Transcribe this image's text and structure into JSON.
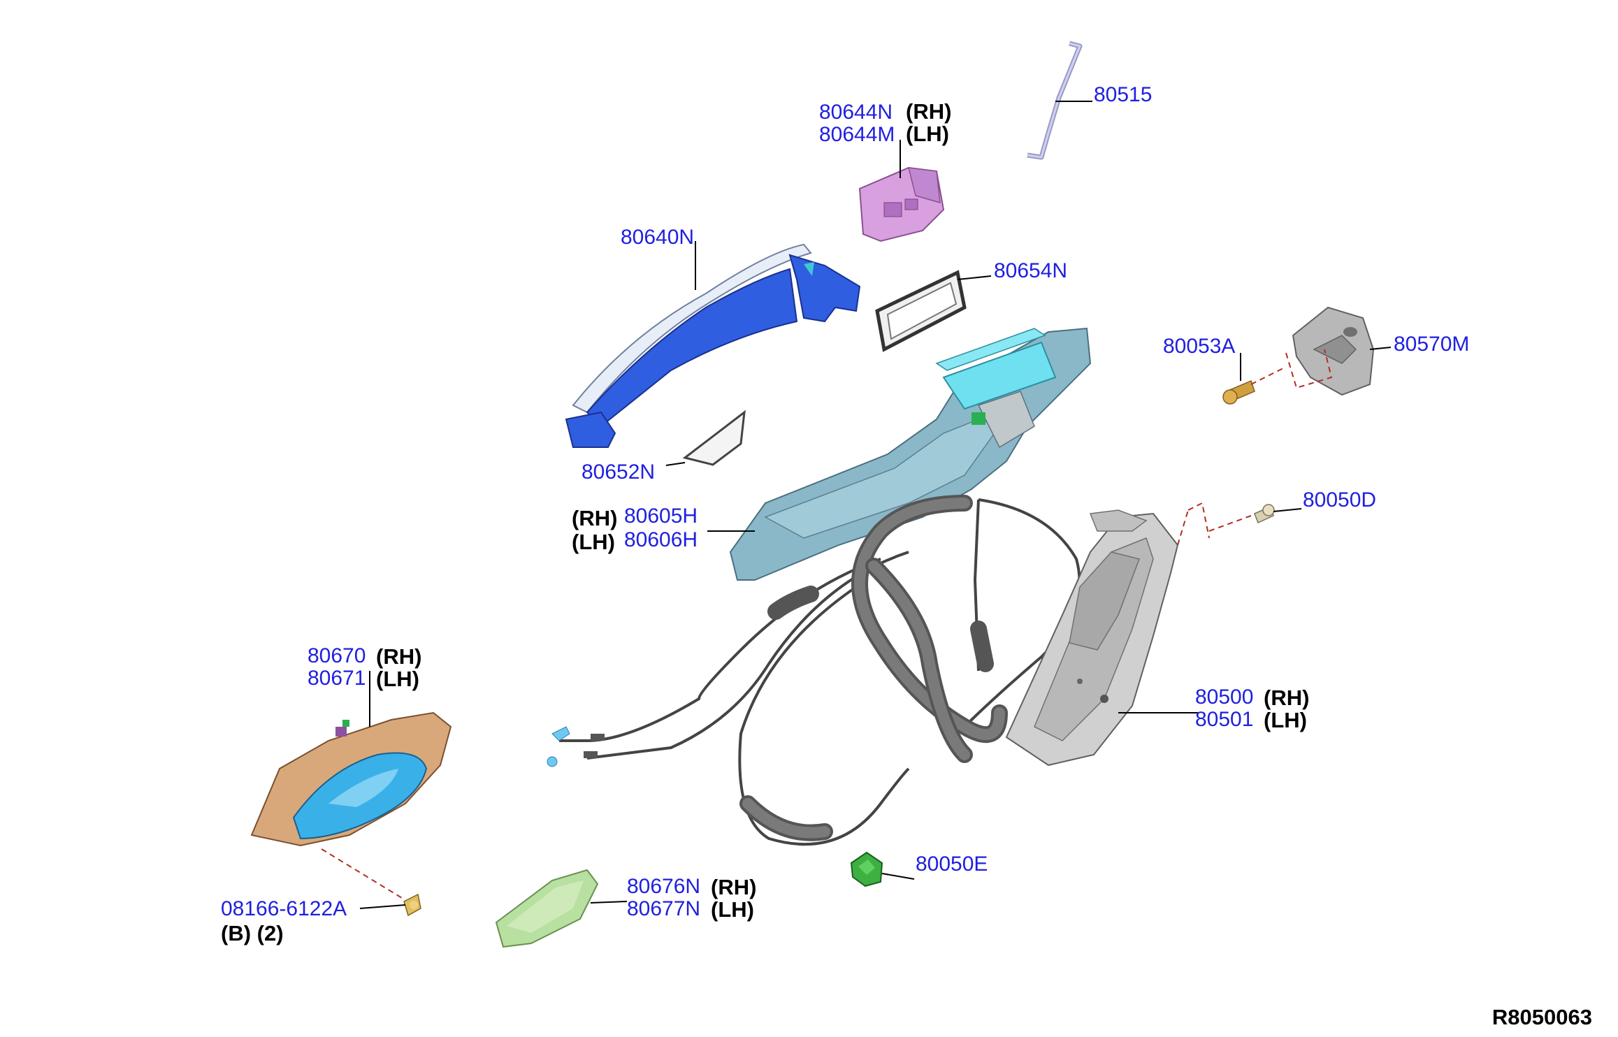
{
  "drawing_id": "R8050063",
  "colors": {
    "part_number_text": "#1f1fe0",
    "label_text": "#000000",
    "handle_blue": "#2f5ee0",
    "bracket_teal": "#8ab8c8",
    "latch_cyan": "#6fe0f0",
    "escutcheon_pink": "#d9a0e0",
    "inner_bezel_tan": "#d9a87a",
    "inner_handle_blue": "#3ab0e8",
    "cover_green": "#b8e0a0",
    "clip_green": "#3cb040",
    "striker_grey": "#b8b8b8",
    "lock_grey": "#c8c8c8",
    "rod_lavender": "#b0b0e0",
    "dash_red": "#b03020"
  },
  "parts": {
    "p80515": {
      "num": "80515"
    },
    "p80644": {
      "num_rh": "80644N",
      "num_lh": "80644M",
      "rh": "(RH)",
      "lh": "(LH)"
    },
    "p80640": {
      "num": "80640N"
    },
    "p80654": {
      "num": "80654N"
    },
    "p80053": {
      "num": "80053A"
    },
    "p80570": {
      "num": "80570M"
    },
    "p80652": {
      "num": "80652N"
    },
    "p80605": {
      "rh": "(RH)",
      "lh": "(LH)",
      "num_rh": "80605H",
      "num_lh": "80606H"
    },
    "p80050d": {
      "num": "80050D"
    },
    "p80670": {
      "num_rh": "80670",
      "num_lh": "80671",
      "rh": "(RH)",
      "lh": "(LH)"
    },
    "p80500": {
      "num_rh": "80500",
      "num_lh": "80501",
      "rh": "(RH)",
      "lh": "(LH)"
    },
    "p80050e": {
      "num": "80050E"
    },
    "p80676": {
      "num_rh": "80676N",
      "num_lh": "80677N",
      "rh": "(RH)",
      "lh": "(LH)"
    },
    "p08166": {
      "num": "08166-6122A",
      "note": "(B) (2)"
    }
  }
}
